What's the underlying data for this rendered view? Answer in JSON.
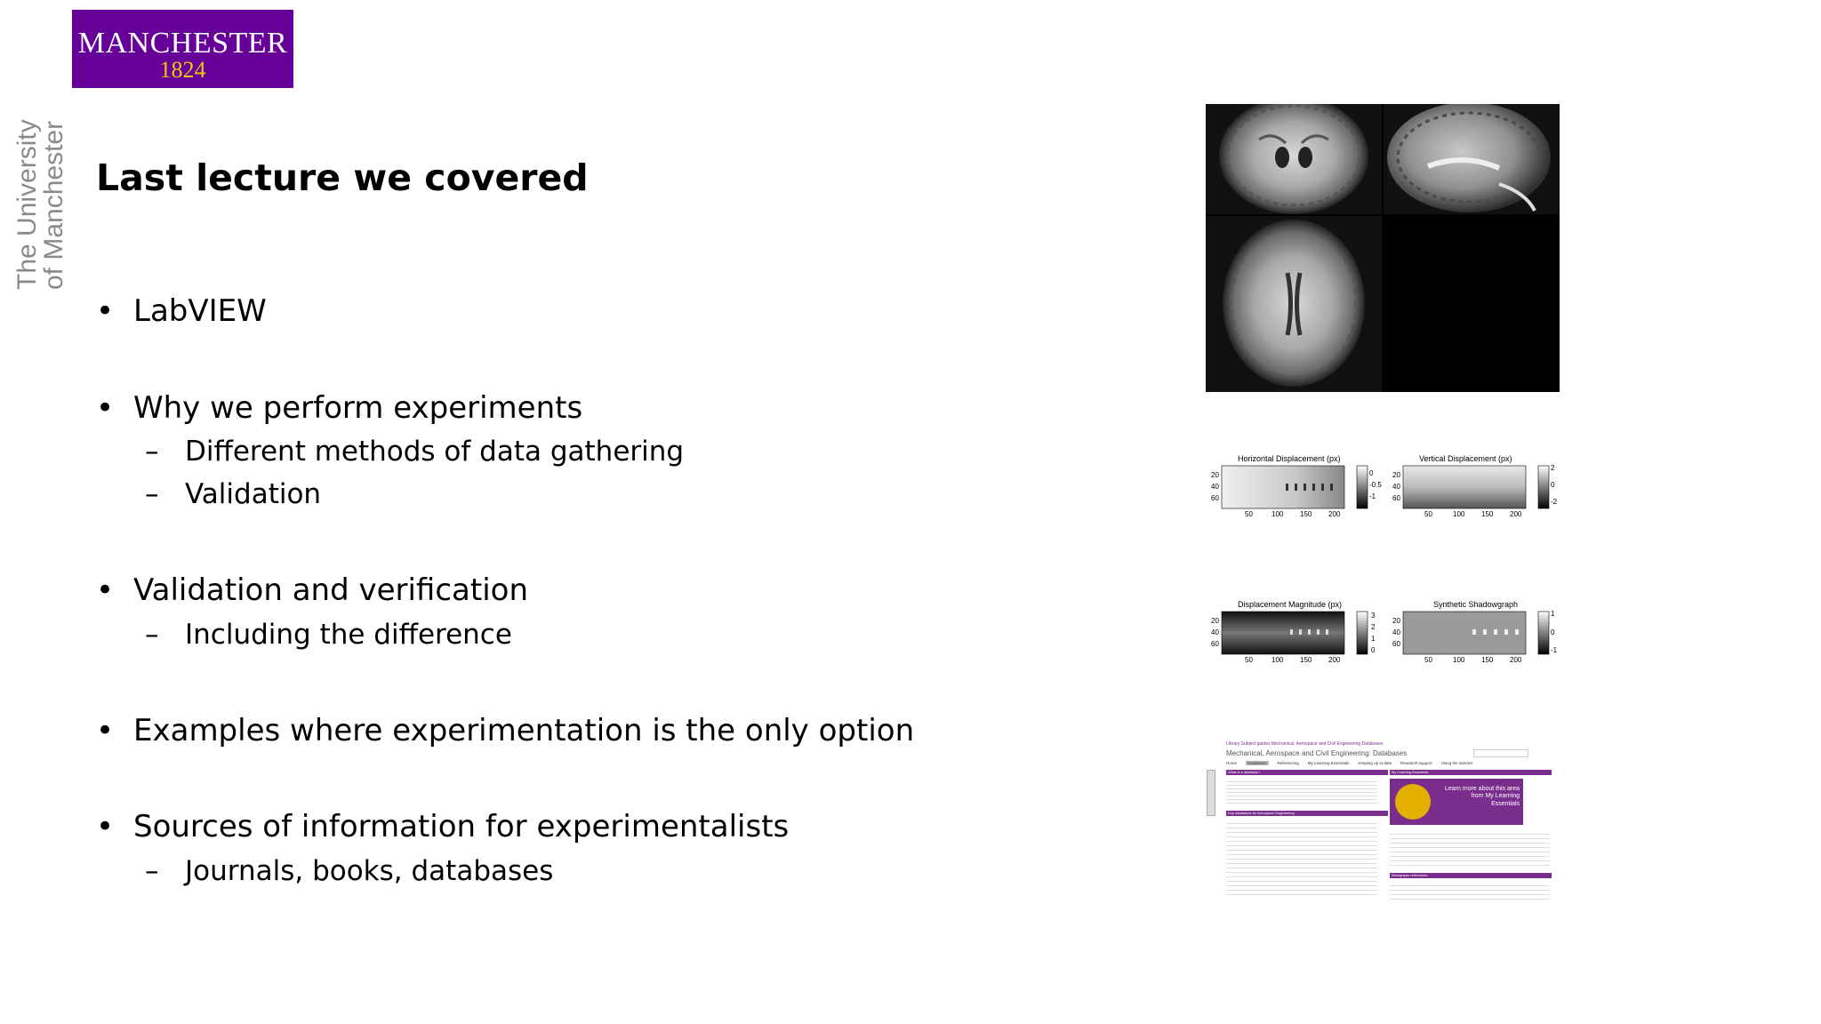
{
  "logo": {
    "name": "MANCHESTER",
    "year": "1824"
  },
  "brand": {
    "line1": "The University",
    "line2": "of Manchester"
  },
  "title": "Last lecture we covered",
  "bullets": [
    {
      "text": "LabVIEW",
      "subs": []
    },
    {
      "text": "Why we perform experiments",
      "subs": [
        "Different methods of data gathering",
        "Validation"
      ]
    },
    {
      "text": "Validation and verification",
      "subs": [
        "Including the difference"
      ]
    },
    {
      "text": "Examples where experimentation is the only option",
      "subs": []
    },
    {
      "text": "Sources of information for experimentalists",
      "subs": [
        "Journals, books, databases"
      ]
    }
  ],
  "bullet_char": "•",
  "dash_char": "–",
  "figures": {
    "panel_titles": [
      "Horizontal Displacement (px)",
      "Vertical Displacement (px)",
      "Displacement Magnitude (px)",
      "Synthetic Shadowgraph"
    ],
    "y_ticks": [
      "20",
      "40",
      "60"
    ],
    "x_ticks": [
      "50",
      "100",
      "150",
      "200"
    ],
    "cbar_h": [
      "0",
      "-0.5",
      "-1"
    ],
    "cbar_v": [
      "2",
      "0",
      "-2"
    ],
    "cbar_m": [
      "3",
      "2",
      "1",
      "0"
    ],
    "cbar_s": [
      "1",
      "0",
      "-1"
    ]
  },
  "website": {
    "breadcrumb": "Library   Subject guides   Mechanical, Aerospace and Civil Engineering   Databases",
    "title": "Mechanical, Aerospace and Civil Engineering: Databases",
    "tabs": [
      "Home",
      "Databases",
      "Referencing",
      "My Learning Essentials",
      "Keeping up to date",
      "Research support",
      "Using the internet"
    ],
    "box1": "What is a database?",
    "box2": "Key databases for Aerospace Engineering",
    "box3": "My Learning Essentials",
    "box4": "Newspaper references",
    "promo": "Learn more about this area from My Learning Essentials"
  },
  "colors": {
    "brand_purple": "#660099",
    "brand_gold": "#f1c40f",
    "web_purple": "#7b2d8e"
  }
}
